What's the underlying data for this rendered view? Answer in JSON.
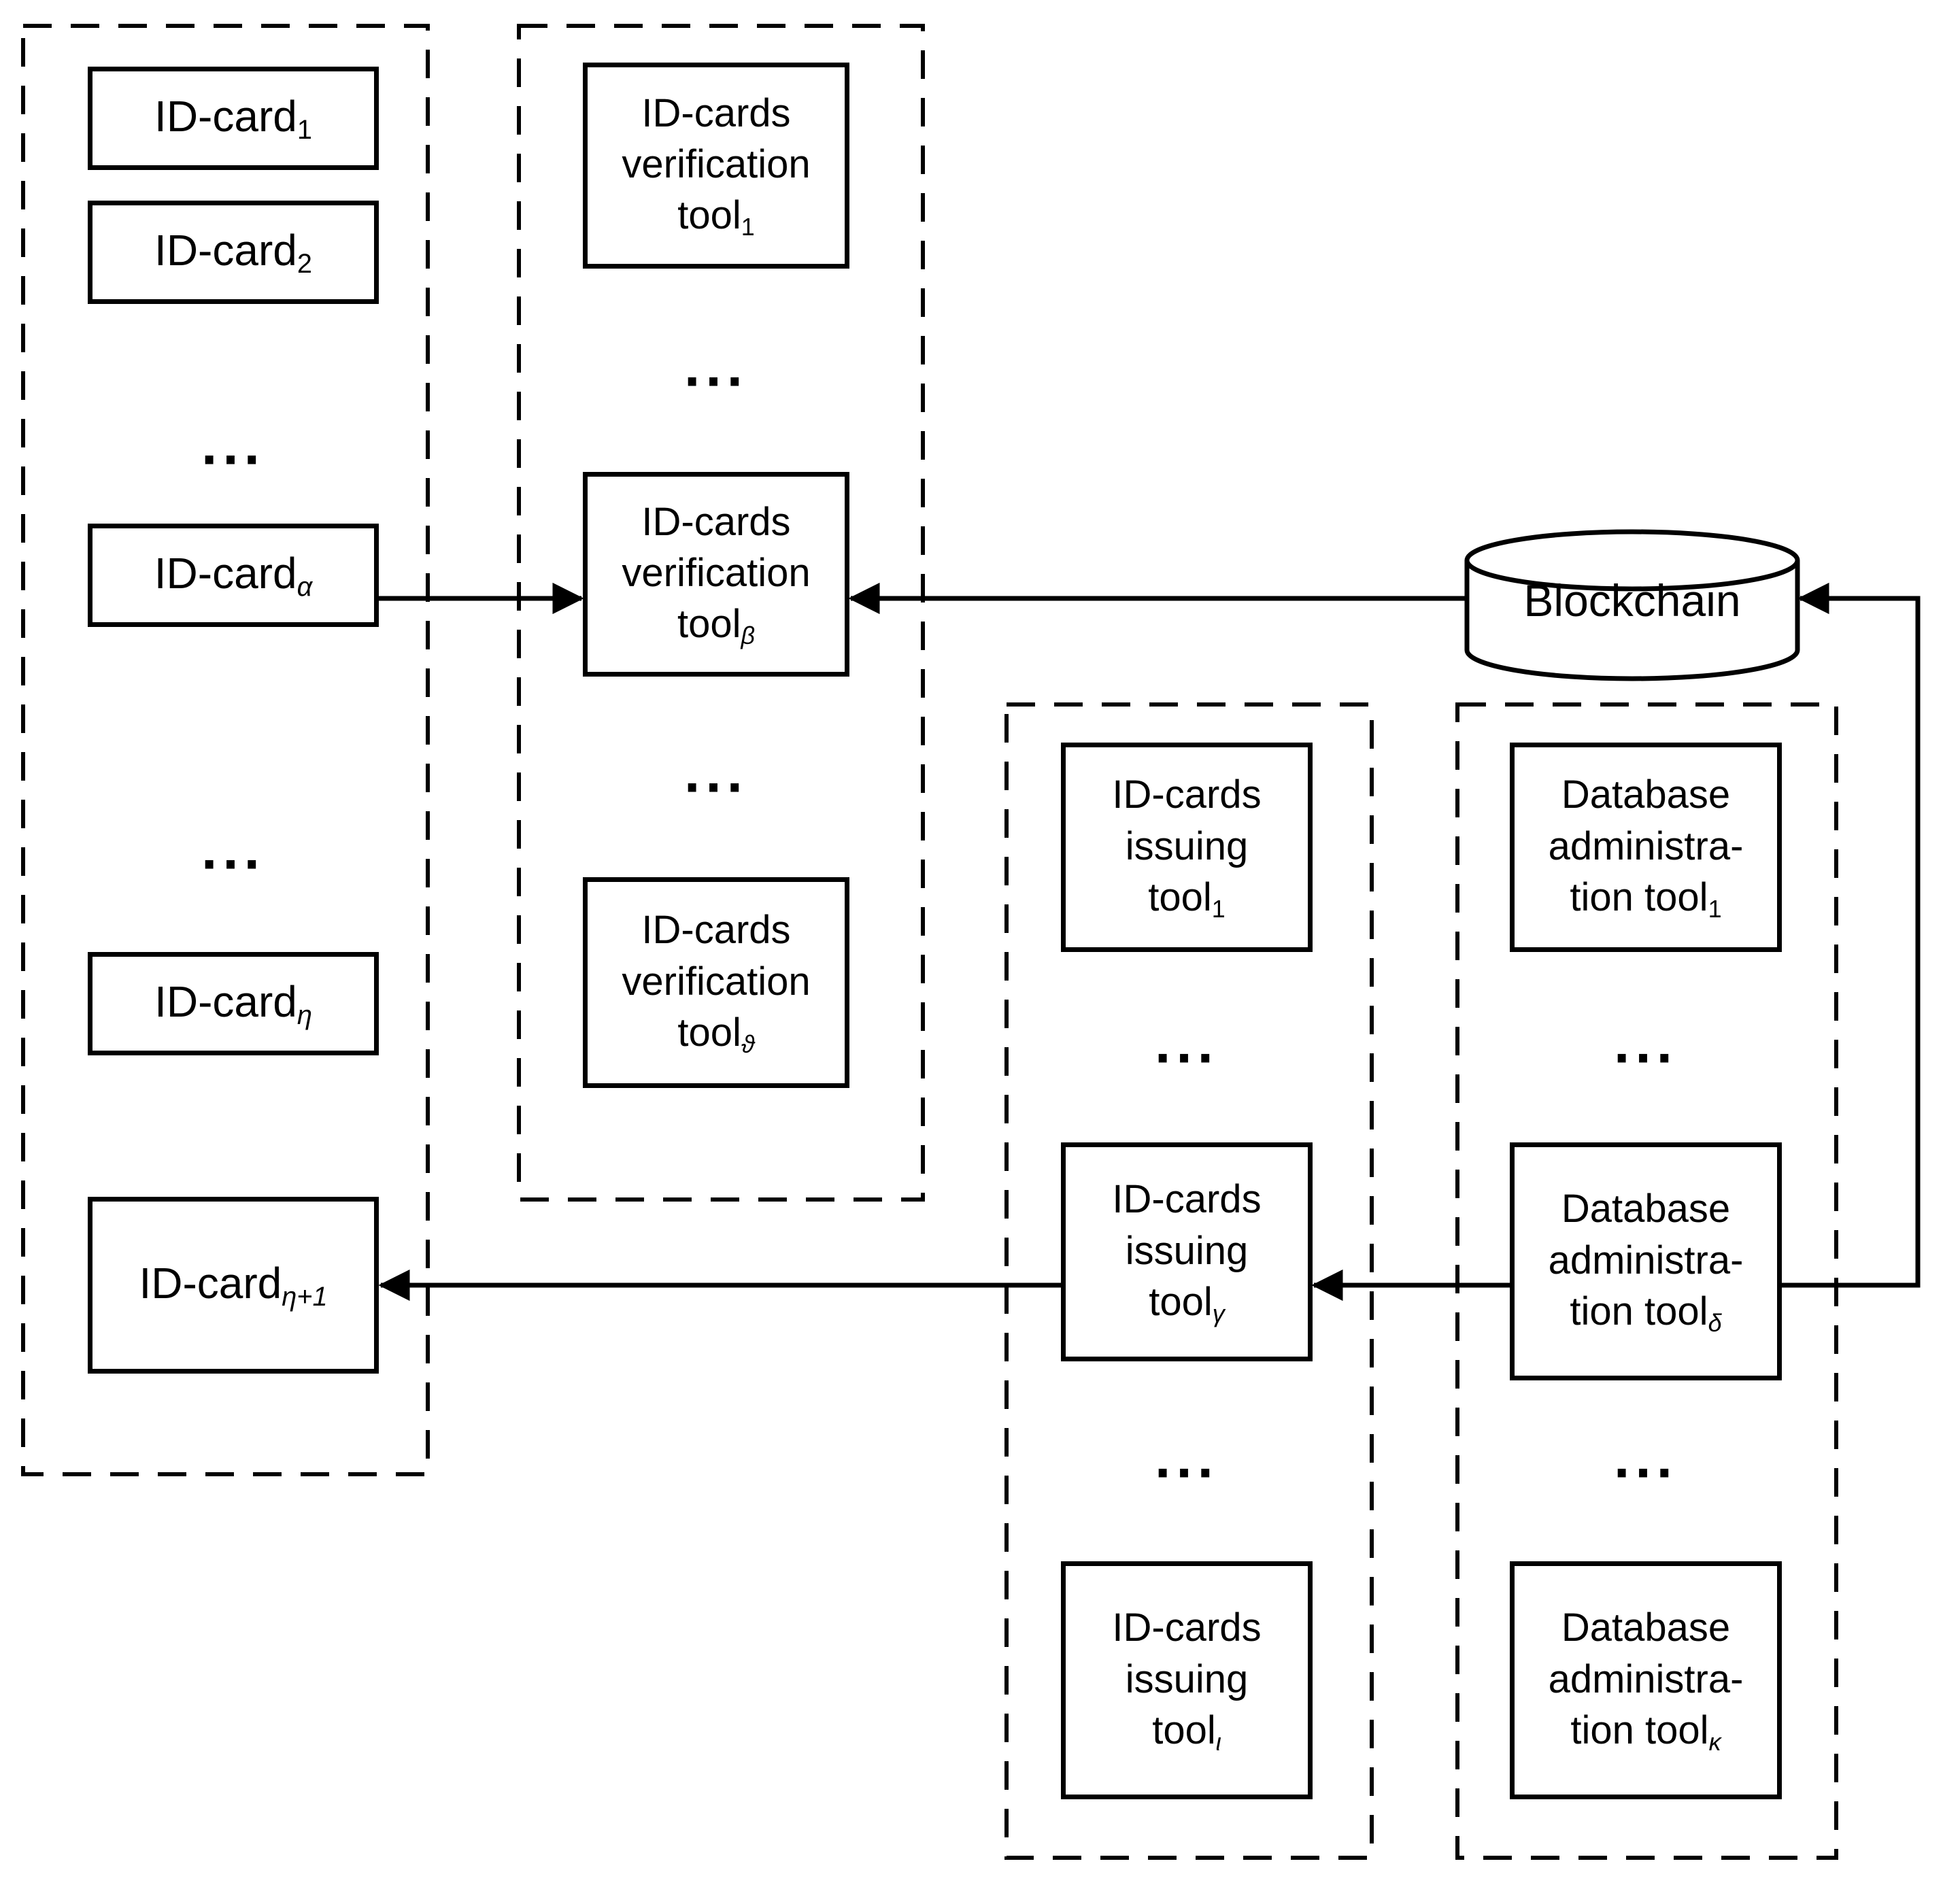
{
  "ellipsis": "...",
  "blockchain": {
    "label": "Blockchain"
  },
  "id_cards": {
    "items": [
      {
        "main": "ID-card",
        "sub": "1"
      },
      {
        "main": "ID-card",
        "sub": "2"
      },
      {
        "main": "ID-card",
        "sub": "α"
      },
      {
        "main": "ID-card",
        "sub": "η"
      },
      {
        "main": "ID-card",
        "sub": "η+1"
      }
    ]
  },
  "verification_tools": {
    "items": [
      {
        "line1": "ID-cards",
        "line2": "verification",
        "line3": "tool",
        "sub": "1"
      },
      {
        "line1": "ID-cards",
        "line2": "verification",
        "line3": "tool",
        "sub": "β"
      },
      {
        "line1": "ID-cards",
        "line2": "verification",
        "line3": "tool",
        "sub": "ϑ"
      }
    ]
  },
  "issuing_tools": {
    "items": [
      {
        "line1": "ID-cards",
        "line2": "issuing",
        "line3": "tool",
        "sub": "1"
      },
      {
        "line1": "ID-cards",
        "line2": "issuing",
        "line3": "tool",
        "sub": "γ"
      },
      {
        "line1": "ID-cards",
        "line2": "issuing",
        "line3": "tool",
        "sub": "ι"
      }
    ]
  },
  "admin_tools": {
    "items": [
      {
        "line1": "Database",
        "line2": "administra-",
        "line3": "tion tool",
        "sub": "1"
      },
      {
        "line1": "Database",
        "line2": "administra-",
        "line3": "tion tool",
        "sub": "δ"
      },
      {
        "line1": "Database",
        "line2": "administra-",
        "line3": "tion tool",
        "sub": "κ"
      }
    ]
  },
  "colors": {
    "line": "#000000",
    "background": "#ffffff"
  }
}
